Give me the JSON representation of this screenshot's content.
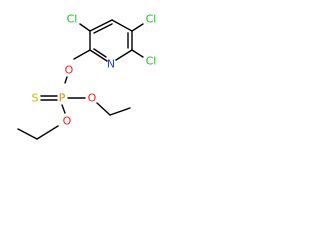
{
  "colors": {
    "chlorine": "#2db52d",
    "oxygen": "#e8261a",
    "nitrogen": "#2f3fd6",
    "sulfur": "#c5b800",
    "phosphorus": "#e08a0a",
    "bond": "#000000",
    "background": "#ffffff"
  },
  "atoms": {
    "cl_top_left": "Cl",
    "cl_top_right": "Cl",
    "cl_right": "Cl",
    "n_ring": "N",
    "o_ring": "O",
    "s_thiono": "S",
    "p_center": "P",
    "o_right": "O",
    "o_bottom": "O"
  }
}
